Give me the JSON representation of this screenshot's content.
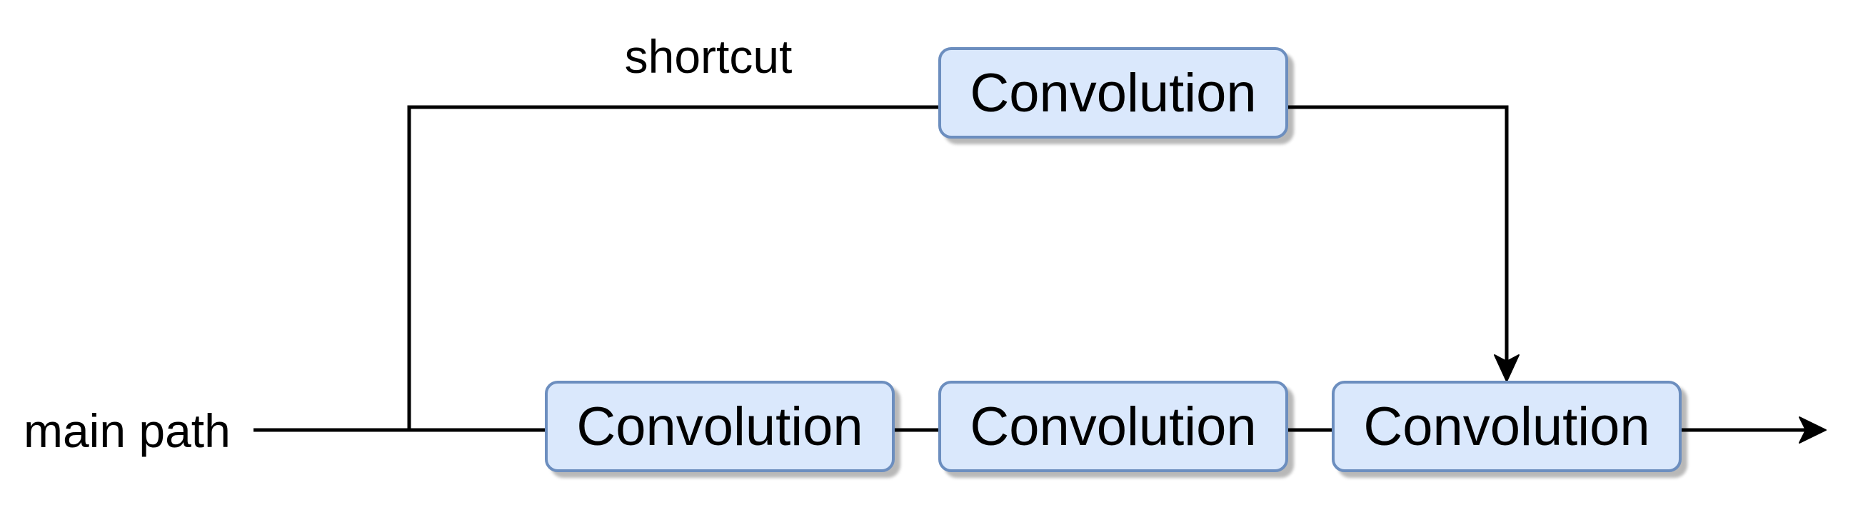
{
  "diagram": {
    "type": "flow-diagram",
    "labels": {
      "shortcut": "shortcut",
      "main_path": "main path"
    },
    "nodes": [
      {
        "label": "Convolution"
      },
      {
        "label": "Convolution"
      },
      {
        "label": "Convolution"
      },
      {
        "label": "Convolution"
      }
    ],
    "edges": [
      "main path → Convolution → Convolution → Convolution → output arrow",
      "shortcut branch (from main path) → Convolution → down arrow into third Convolution"
    ],
    "colors": {
      "node_fill": "#dae8fc",
      "node_border": "#6c8ebf",
      "connector": "#000000",
      "text": "#000000",
      "background": "#ffffff"
    }
  }
}
